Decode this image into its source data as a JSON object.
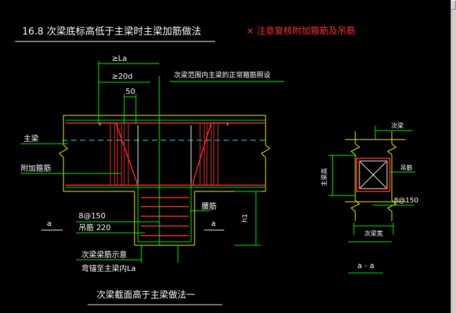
{
  "title": "16.8 次梁底标高低于主梁时主梁加筋做法",
  "note": "× 注意复核附加箍筋及吊筋",
  "colors": {
    "background": "#000000",
    "white": "#ffffff",
    "green": "#00ff00",
    "red": "#ff3030",
    "yellow": "#ffff00",
    "cyan": "#00ffff"
  },
  "labels": {
    "la_top": "≥La",
    "twenty_d": "≥20d",
    "fifty": "50",
    "normal_stirrups": "次梁范围内主梁的正常箍筋照设",
    "main_beam": "主梁",
    "added_stirrups": "附加箍筋",
    "a_left": "a",
    "a_right": "a",
    "stirrup_spec": "8@150",
    "hanger_spec": "吊筋 220",
    "waist_bar": "腰筋",
    "h1": "h1",
    "secondary_note_1": "次梁梁筋示意",
    "secondary_note_2": "弯锚至主梁内La",
    "caption": "次梁截面高于主梁做法一"
  },
  "section": {
    "sec_beam_top": "次梁",
    "sec_height": "主梁高",
    "hanger_label": "吊筋",
    "stirrup_label": "8@150",
    "sec_width": "次梁宽",
    "section_name": "a - a"
  }
}
